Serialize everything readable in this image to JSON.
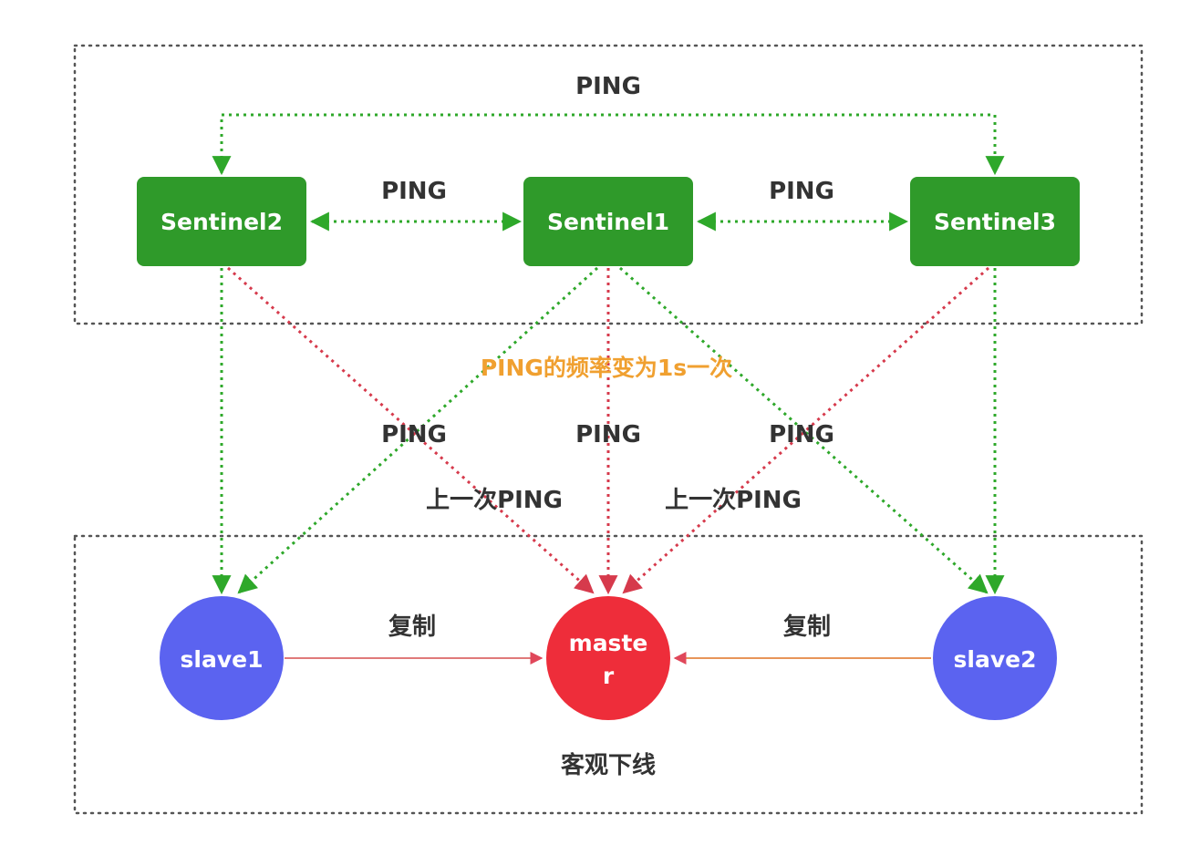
{
  "colors": {
    "sentinel": "#2f9a2a",
    "slave": "#5b63f0",
    "master": "#ee2d3a",
    "green_link": "#2ea82a",
    "red_link": "#d63a4c",
    "orange_text": "#f0a030",
    "replication": "#e07a6a",
    "frame": "#555555"
  },
  "sentinels": {
    "s1": "Sentinel1",
    "s2": "Sentinel2",
    "s3": "Sentinel3"
  },
  "servers": {
    "slave1": "slave1",
    "master_line1": "maste",
    "master_line2": "r",
    "slave2": "slave2"
  },
  "labels": {
    "ping_top": "PING",
    "ping_left": "PING",
    "ping_right": "PING",
    "ping_mid_left": "PING",
    "ping_mid_center": "PING",
    "ping_mid_right": "PING",
    "freq_change": "PING的频率变为1s一次",
    "last_ping_left": "上一次PING",
    "last_ping_right": "上一次PING",
    "replicate_left": "复制",
    "replicate_right": "复制",
    "objective_down": "客观下线"
  }
}
